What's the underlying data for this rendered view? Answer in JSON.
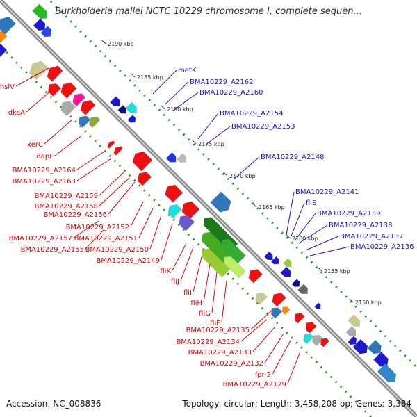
{
  "title": "Burkholderia mallei NCTC 10229 chromosome I, complete sequen...",
  "footer": {
    "accession": "Accession: NC_008836",
    "summary": "Topology: circular; Length: 3,458,208 bp; Genes: 3,384"
  },
  "colors": {
    "forward_label": "#1111cc",
    "reverse_label": "#dd0000",
    "backbone": "#8a8a8a",
    "dots": "#1f8f1f"
  },
  "ticks": [
    "2190 kbp",
    "2185 kbp",
    "2180 kbp",
    "2175 kbp",
    "2170 kbp",
    "2165 kbp",
    "2160 kbp",
    "2155 kbp",
    "2150 kbp"
  ],
  "forward_labels": [
    "metK",
    "BMA10229_A2162",
    "BMA10229_A2160",
    "BMA10229_A2154",
    "BMA10229_A2153",
    "BMA10229_A2148",
    "BMA10229_A2141",
    "fliS",
    "BMA10229_A2139",
    "BMA10229_A2138",
    "BMA10229_A2137",
    "BMA10229_A2136"
  ],
  "reverse_labels": [
    "hslV",
    "dksA",
    "xerC",
    "dapF",
    "BMA10229_A2164",
    "BMA10229_A2163",
    "BMA10229_A2159",
    "BMA10229_A2158",
    "BMA10229_A2156",
    "BMA10229_A2152",
    "BMA10229_A2157",
    "BMA10229_A2151",
    "BMA10229_A2155",
    "BMA10229_A2150",
    "BMA10229_A2149",
    "fliK",
    "fliJ",
    "fliI",
    "fliH",
    "fliG",
    "fliF",
    "BMA10229_A2135",
    "BMA10229_A2134",
    "BMA10229_A2133",
    "BMA10229_A2132",
    "fpr-2",
    "BMA10229_A2129"
  ]
}
